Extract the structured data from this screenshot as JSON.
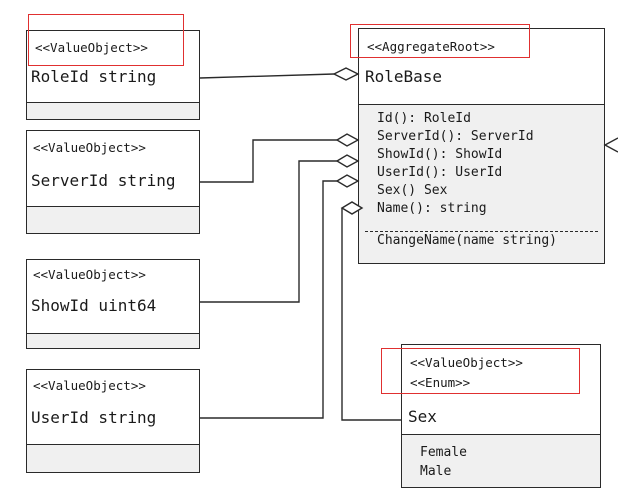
{
  "classes": {
    "role_id": {
      "stereotype": "<<ValueObject>>",
      "title": "RoleId string"
    },
    "server_id": {
      "stereotype": "<<ValueObject>>",
      "title": "ServerId string"
    },
    "show_id": {
      "stereotype": "<<ValueObject>>",
      "title": "ShowId uint64"
    },
    "user_id": {
      "stereotype": "<<ValueObject>>",
      "title": "UserId string"
    },
    "role_base": {
      "stereotype": "<<AggregateRoot>>",
      "title": "RoleBase",
      "members": [
        "Id(): RoleId",
        "ServerId(): ServerId",
        "ShowId(): ShowId",
        "UserId(): UserId",
        "Sex() Sex",
        "Name(): string"
      ],
      "methods": [
        "ChangeName(name string)"
      ]
    },
    "sex": {
      "stereotypes": [
        "<<ValueObject>>",
        "<<Enum>>"
      ],
      "title": "Sex",
      "values": [
        "Female",
        "Male"
      ]
    }
  },
  "colors": {
    "highlight": "#e03030",
    "line": "#2a2a2a",
    "compartment": "#f0f0f0"
  }
}
